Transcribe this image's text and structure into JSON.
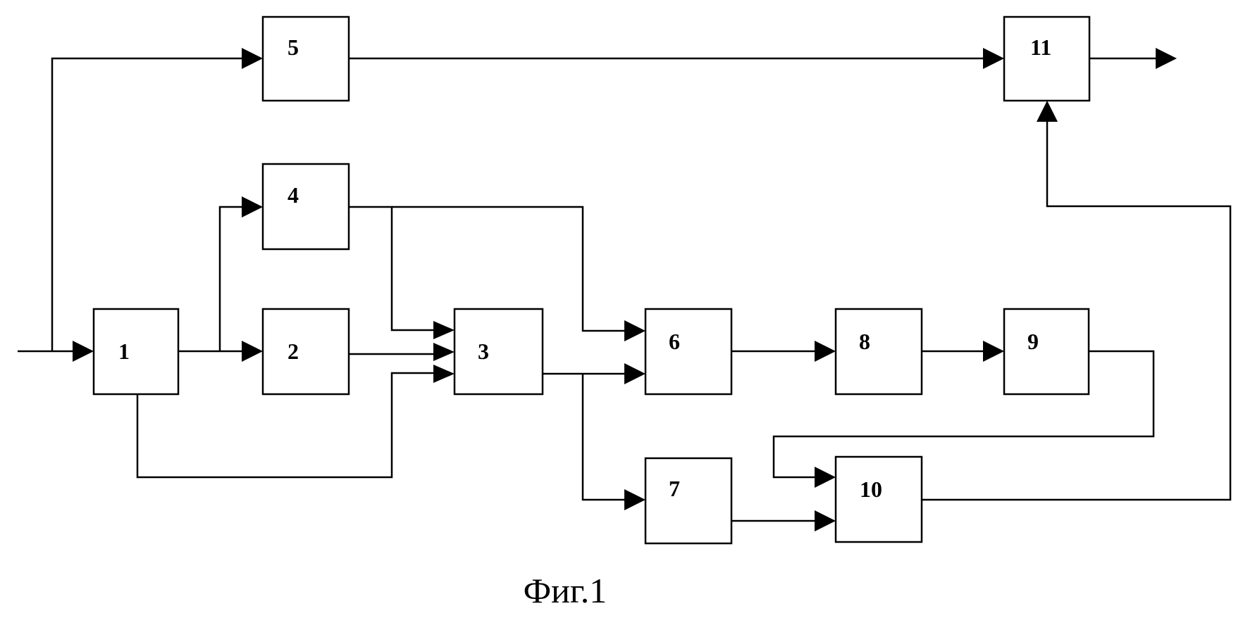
{
  "caption": "Фиг.1",
  "blocks": [
    {
      "id": "b1",
      "label": "1"
    },
    {
      "id": "b2",
      "label": "2"
    },
    {
      "id": "b3",
      "label": "3"
    },
    {
      "id": "b4",
      "label": "4"
    },
    {
      "id": "b5",
      "label": "5"
    },
    {
      "id": "b6",
      "label": "6"
    },
    {
      "id": "b7",
      "label": "7"
    },
    {
      "id": "b8",
      "label": "8"
    },
    {
      "id": "b9",
      "label": "9"
    },
    {
      "id": "b10",
      "label": "10"
    },
    {
      "id": "b11",
      "label": "11"
    }
  ],
  "connections": [
    {
      "from": "input",
      "to": "b1"
    },
    {
      "from": "input",
      "to": "b5"
    },
    {
      "from": "b1",
      "to": "b2"
    },
    {
      "from": "b1",
      "to": "b4"
    },
    {
      "from": "b1",
      "to": "b3"
    },
    {
      "from": "b2",
      "to": "b3"
    },
    {
      "from": "b4",
      "to": "b3"
    },
    {
      "from": "b4",
      "to": "b6"
    },
    {
      "from": "b3",
      "to": "b6"
    },
    {
      "from": "b3",
      "to": "b7"
    },
    {
      "from": "b6",
      "to": "b8"
    },
    {
      "from": "b8",
      "to": "b9"
    },
    {
      "from": "b9",
      "to": "b10"
    },
    {
      "from": "b7",
      "to": "b10"
    },
    {
      "from": "b10",
      "to": "b11"
    },
    {
      "from": "b5",
      "to": "b11"
    },
    {
      "from": "b11",
      "to": "output"
    }
  ]
}
